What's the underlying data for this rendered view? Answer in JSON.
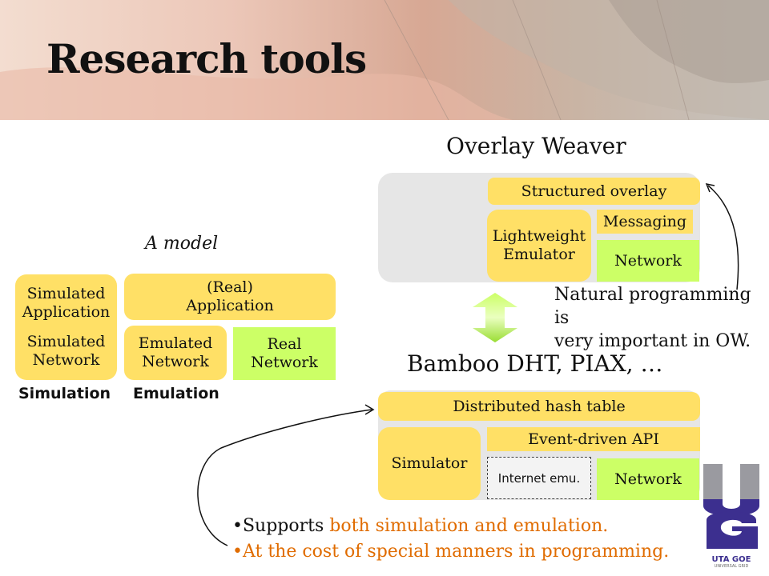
{
  "slide": {
    "title": "Research tools"
  },
  "model": {
    "caption": "A model",
    "simulated_application": "Simulated Application",
    "simulated_network": "Simulated Network",
    "real_application": "(Real) Application",
    "emulated_network": "Emulated Network",
    "real_network": "Real Network",
    "label_simulation": "Simulation",
    "label_emulation": "Emulation"
  },
  "overlay_weaver": {
    "title": "Overlay Weaver",
    "structured_overlay": "Structured overlay",
    "lightweight_emulator": "Lightweight Emulator",
    "messaging": "Messaging",
    "network": "Network",
    "note_line1": "Natural programming is",
    "note_line2": "very important in OW."
  },
  "bamboo": {
    "title": "Bamboo DHT, PIAX, …",
    "distributed_hash_table": "Distributed hash table",
    "event_driven_api": "Event-driven API",
    "simulator": "Simulator",
    "internet_emu": "Internet emu.",
    "network": "Network"
  },
  "bullets": {
    "line1_prefix": "Supports ",
    "line1_highlight": "both simulation and emulation.",
    "line2": "At the cost of special manners in programming."
  },
  "logo": {
    "text": "UTA GOE",
    "subtext": "UNIVERSAL GRID"
  },
  "colors": {
    "yellow": "#ffe066",
    "green": "#ccff66",
    "grey": "#e6e6e6",
    "orange": "#e06c00",
    "logo_blue": "#3c2f8f"
  }
}
